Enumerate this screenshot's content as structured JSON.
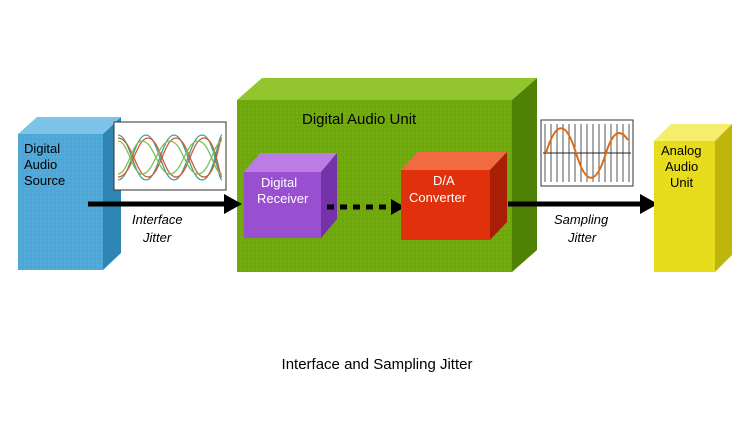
{
  "diagram": {
    "caption": "Interface and Sampling Jitter",
    "blocks": {
      "source": {
        "lines": [
          "Digital",
          "Audio",
          "Source"
        ],
        "color": "#4ea7d6"
      },
      "unit": {
        "label": "Digital Audio Unit",
        "color": "#6fa80a"
      },
      "receiver": {
        "lines": [
          "Digital",
          "Receiver"
        ],
        "color": "#9a4fd1"
      },
      "converter": {
        "lines": [
          "D/A",
          "Converter"
        ],
        "color": "#e0300c"
      },
      "analog": {
        "lines": [
          "Analog",
          "Audio",
          "Unit"
        ],
        "color": "#e7dc1a"
      }
    },
    "arrows": {
      "interface": {
        "lines": [
          "Interface",
          "Jitter"
        ]
      },
      "sampling": {
        "lines": [
          "Sampling",
          "Jitter"
        ]
      }
    },
    "thumbnails": {
      "eye_diagram": {
        "icon": "eye-diagram-icon"
      },
      "sine_wave": {
        "icon": "sine-wave-icon"
      }
    }
  }
}
